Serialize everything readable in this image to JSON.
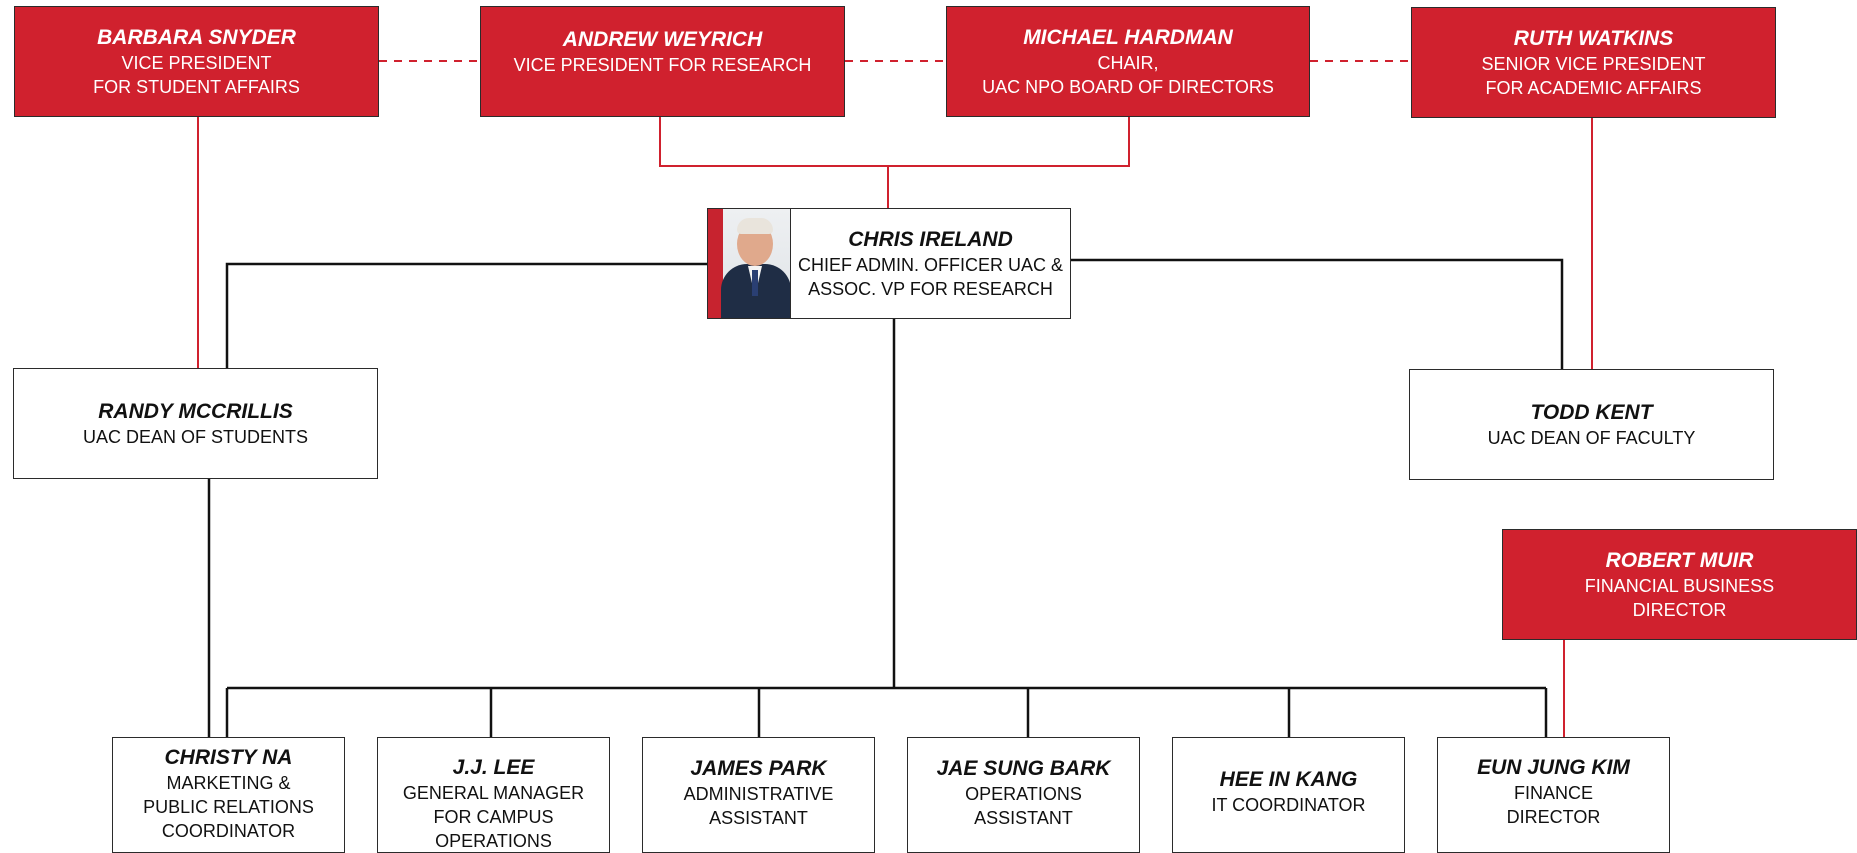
{
  "colors": {
    "accent_red": "#d0212e",
    "line_black": "#111111",
    "box_white": "#ffffff"
  },
  "photo": {
    "subject": "portrait-photo"
  },
  "people": {
    "barbara": {
      "name": "BARBARA SNYDER",
      "role": "VICE PRESIDENT\nFOR STUDENT AFFAIRS"
    },
    "andrew": {
      "name": "ANDREW WEYRICH",
      "role": "VICE PRESIDENT FOR RESEARCH"
    },
    "michael": {
      "name": "MICHAEL HARDMAN",
      "role": "CHAIR,\nUAC NPO BOARD OF DIRECTORS"
    },
    "ruth": {
      "name": "RUTH WATKINS",
      "role": "SENIOR VICE PRESIDENT\nFOR ACADEMIC AFFAIRS"
    },
    "chris": {
      "name": "CHRIS IRELAND",
      "role": "CHIEF ADMIN. OFFICER UAC &\nASSOC. VP FOR RESEARCH"
    },
    "randy": {
      "name": "RANDY MCCRILLIS",
      "role": "UAC DEAN OF STUDENTS"
    },
    "todd": {
      "name": "TODD KENT",
      "role": "UAC DEAN OF FACULTY"
    },
    "robert": {
      "name": "ROBERT MUIR",
      "role": "FINANCIAL BUSINESS\nDIRECTOR"
    },
    "christy": {
      "name": "CHRISTY NA",
      "role": "MARKETING &\nPUBLIC RELATIONS\nCOORDINATOR"
    },
    "jj": {
      "name": "J.J. LEE",
      "role": "GENERAL MANAGER\nFOR CAMPUS OPERATIONS"
    },
    "james": {
      "name": "JAMES PARK",
      "role": "ADMINISTRATIVE\nASSISTANT"
    },
    "jaesung": {
      "name": "JAE SUNG BARK",
      "role": "OPERATIONS\nASSISTANT"
    },
    "heein": {
      "name": "HEE IN KANG",
      "role": "IT COORDINATOR"
    },
    "eunjung": {
      "name": "EUN JUNG KIM",
      "role": "FINANCE\nDIRECTOR"
    }
  }
}
